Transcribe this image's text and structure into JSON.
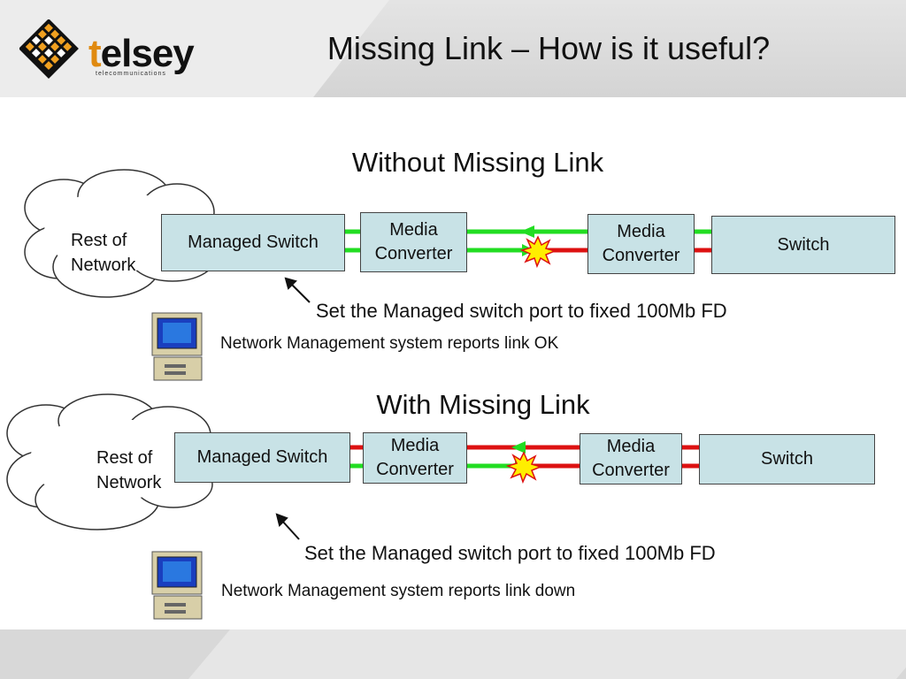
{
  "slide": {
    "title": "Missing Link – How is it useful?",
    "logo": {
      "word_first": "t",
      "word_rest": "elsey",
      "subtitle": "telecommunications"
    }
  },
  "sections": [
    {
      "heading": "Without Missing Link",
      "cloud_label": "Rest of\nNetwork",
      "managed_switch": "Managed Switch",
      "media_converter_left": "Media\nConverter",
      "media_converter_right": "Media\nConverter",
      "switch": "Switch",
      "instruction": "Set the Managed switch port to fixed 100Mb FD",
      "nms_status": "Network Management system reports link OK"
    },
    {
      "heading": "With Missing Link",
      "cloud_label": "Rest of\nNetwork",
      "managed_switch": "Managed Switch",
      "media_converter_left": "Media\nConverter",
      "media_converter_right": "Media\nConverter",
      "switch": "Switch",
      "instruction": "Set the Managed switch port to fixed 100Mb FD",
      "nms_status": "Network Management system reports link down"
    }
  ],
  "colors": {
    "link_up": "#22dd22",
    "link_down": "#dd1111",
    "box_fill": "#c8e2e6",
    "fault_star": "#ffee00"
  },
  "icons": [
    "cloud-icon",
    "computer-icon",
    "fault-star-icon",
    "arrow-icon"
  ]
}
